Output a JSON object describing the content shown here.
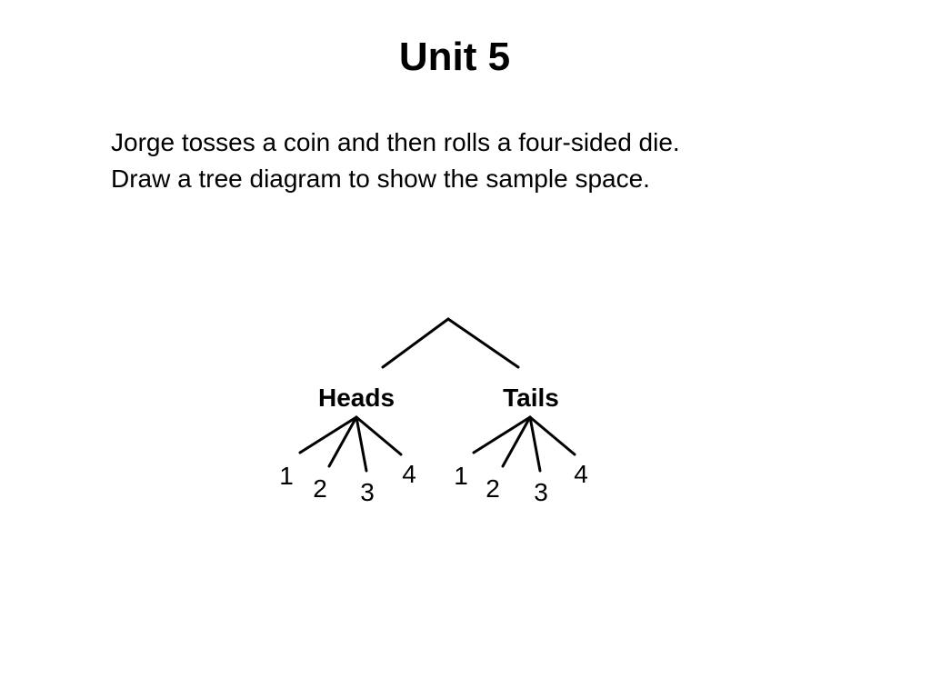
{
  "slide": {
    "title": "Unit 5",
    "problem_lines": [
      "Jorge tosses a coin and then rolls a four-sided die.",
      "Draw a tree diagram to show the sample space."
    ]
  },
  "tree": {
    "first_stage": [
      "Heads",
      "Tails"
    ],
    "second_stage_outcomes": [
      "1",
      "2",
      "3",
      "4"
    ]
  }
}
